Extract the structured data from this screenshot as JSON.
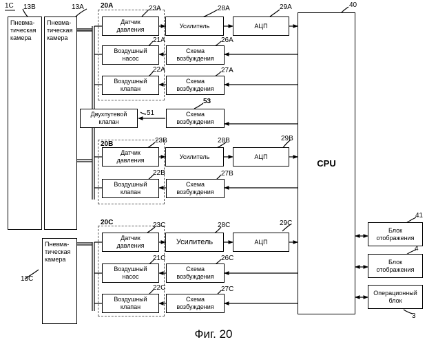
{
  "figure_ref": "1C",
  "caption": "Фиг. 20",
  "chambers": {
    "c13b": {
      "label": "Пневма-\nтическая\nкамера",
      "ref": "13B"
    },
    "c13a": {
      "label": "Пневма-\nтическая\nкамера",
      "ref": "13A"
    },
    "c13c": {
      "label": "Пневма-\nтическая\nкамера",
      "ref": "13C"
    }
  },
  "groups": {
    "g20a": "20A",
    "g20b": "20B",
    "g20c": "20C"
  },
  "blocks": {
    "s23a": {
      "label": "Датчик\nдавления",
      "ref": "23A"
    },
    "a28a": {
      "label": "Усилитель",
      "ref": "28A"
    },
    "adc29a": {
      "label": "АЦП",
      "ref": "29A"
    },
    "p21a": {
      "label": "Воздушный\nнасос",
      "ref": "21A"
    },
    "d26a": {
      "label": "Схема\nвозбуждения",
      "ref": "26A"
    },
    "v22a": {
      "label": "Воздушный\nклапан",
      "ref": "22A"
    },
    "d27a": {
      "label": "Схема\nвозбуждения",
      "ref": "27A"
    },
    "tw51": {
      "label": "Двухпутевой\nклапан",
      "ref": "51"
    },
    "d53": {
      "label": "Схема\nвозбуждения",
      "ref": "53"
    },
    "s23b": {
      "label": "Датчик\nдавления",
      "ref": "23B"
    },
    "a28b": {
      "label": "Усилитель",
      "ref": "28B"
    },
    "adc29b": {
      "label": "АЦП",
      "ref": "29B"
    },
    "v22b": {
      "label": "Воздушный\nклапан",
      "ref": "22B"
    },
    "d27b": {
      "label": "Схема\nвозбуждения",
      "ref": "27B"
    },
    "s23c": {
      "label": "Датчик\nдавления",
      "ref": "23C"
    },
    "a28c": {
      "label": "Усилитель",
      "ref": "28C"
    },
    "adc29c": {
      "label": "АЦП",
      "ref": "29C"
    },
    "p21c": {
      "label": "Воздушный\nнасос",
      "ref": "21C"
    },
    "d26c": {
      "label": "Схема\nвозбуждения",
      "ref": "26C"
    },
    "v22c": {
      "label": "Воздушный\nклапан",
      "ref": "22C"
    },
    "d27c": {
      "label": "Схема\nвозбуждения",
      "ref": "27C"
    },
    "cpu": {
      "label": "CPU",
      "ref": "40"
    },
    "disp41": {
      "label": "Блок\nотображения",
      "ref": "41"
    },
    "disp4": {
      "label": "Блок\nотображения",
      "ref": "4"
    },
    "op3": {
      "label": "Операционный\nблок",
      "ref": "3"
    }
  }
}
